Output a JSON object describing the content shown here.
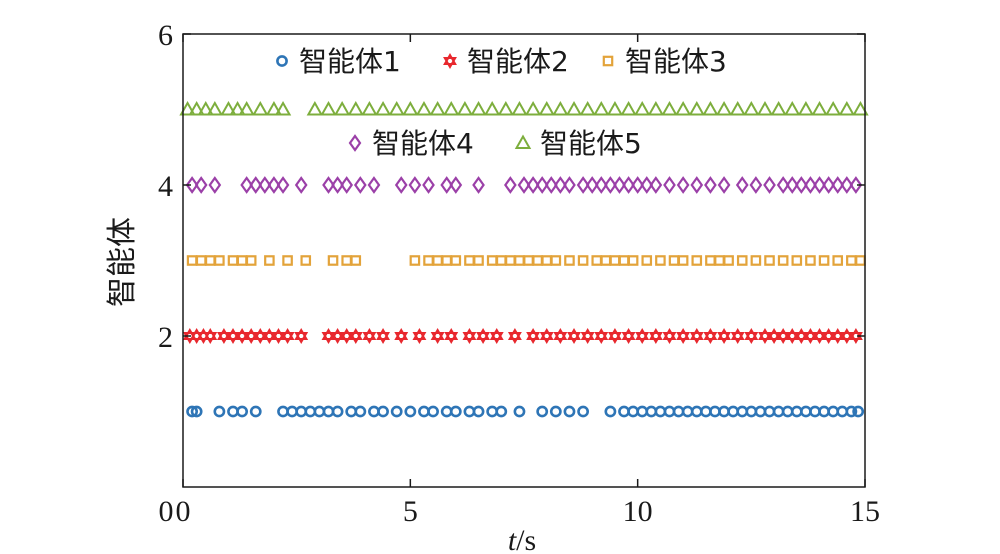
{
  "chart_data": {
    "type": "scatter",
    "title": "",
    "xlabel_italic": "t",
    "xlabel_unit": "/s",
    "ylabel": "智能体",
    "xlim": [
      0,
      15
    ],
    "ylim": [
      0,
      6
    ],
    "xticks": [
      0,
      5,
      10,
      15
    ],
    "yticks": [
      2,
      4,
      6
    ],
    "grid": false,
    "legend": "top, two rows",
    "series": [
      {
        "name": "智能体1",
        "marker": "circle",
        "color": "#2e75b6",
        "y": 1,
        "x": [
          0.2,
          0.3,
          0.8,
          1.1,
          1.3,
          1.6,
          2.2,
          2.4,
          2.6,
          2.8,
          3.0,
          3.2,
          3.4,
          3.7,
          3.9,
          4.2,
          4.4,
          4.7,
          5.0,
          5.3,
          5.5,
          5.8,
          6.0,
          6.3,
          6.5,
          6.8,
          7.0,
          7.4,
          7.9,
          8.2,
          8.5,
          8.8,
          9.4,
          9.7,
          9.9,
          10.1,
          10.3,
          10.5,
          10.7,
          10.9,
          11.1,
          11.3,
          11.5,
          11.7,
          11.9,
          12.1,
          12.3,
          12.5,
          12.7,
          12.9,
          13.1,
          13.3,
          13.5,
          13.7,
          13.9,
          14.1,
          14.3,
          14.5,
          14.7,
          14.85
        ]
      },
      {
        "name": "智能体2",
        "marker": "star",
        "color": "#e8282e",
        "y": 2,
        "x": [
          0.15,
          0.3,
          0.45,
          0.6,
          0.9,
          1.1,
          1.3,
          1.5,
          1.7,
          1.9,
          2.1,
          2.3,
          2.6,
          3.2,
          3.4,
          3.6,
          3.8,
          4.1,
          4.4,
          4.8,
          5.2,
          5.6,
          5.9,
          6.3,
          6.6,
          6.9,
          7.3,
          7.7,
          8.0,
          8.3,
          8.6,
          8.9,
          9.2,
          9.5,
          9.8,
          10.1,
          10.4,
          10.7,
          11.0,
          11.3,
          11.6,
          11.9,
          12.2,
          12.5,
          12.8,
          13.0,
          13.2,
          13.4,
          13.6,
          13.8,
          14.0,
          14.2,
          14.4,
          14.6,
          14.8
        ]
      },
      {
        "name": "智能体3",
        "marker": "square",
        "color": "#e3a33a",
        "y": 3,
        "x": [
          0.2,
          0.4,
          0.6,
          0.8,
          1.1,
          1.3,
          1.5,
          1.9,
          2.3,
          2.7,
          3.3,
          3.6,
          3.8,
          5.1,
          5.4,
          5.6,
          5.8,
          6.0,
          6.3,
          6.5,
          6.8,
          7.0,
          7.2,
          7.4,
          7.6,
          7.8,
          8.0,
          8.2,
          8.5,
          8.8,
          9.1,
          9.3,
          9.5,
          9.7,
          9.9,
          10.2,
          10.5,
          10.8,
          11.0,
          11.3,
          11.6,
          11.8,
          12.0,
          12.3,
          12.6,
          12.9,
          13.2,
          13.5,
          13.8,
          14.1,
          14.4,
          14.7,
          14.9
        ]
      },
      {
        "name": "智能体4",
        "marker": "diamond",
        "color": "#9b40a8",
        "y": 4,
        "x": [
          0.2,
          0.4,
          0.7,
          1.4,
          1.6,
          1.8,
          2.0,
          2.2,
          2.6,
          3.2,
          3.4,
          3.6,
          3.9,
          4.2,
          4.8,
          5.1,
          5.4,
          5.8,
          6.0,
          6.5,
          7.2,
          7.5,
          7.7,
          7.9,
          8.1,
          8.3,
          8.5,
          8.8,
          9.0,
          9.2,
          9.4,
          9.6,
          9.8,
          10.0,
          10.2,
          10.4,
          10.7,
          11.0,
          11.3,
          11.6,
          11.9,
          12.3,
          12.6,
          12.9,
          13.2,
          13.4,
          13.6,
          13.8,
          14.0,
          14.2,
          14.4,
          14.6,
          14.8
        ]
      },
      {
        "name": "智能体5",
        "marker": "triangle",
        "color": "#7dae3d",
        "y": 5,
        "x": [
          0.1,
          0.3,
          0.5,
          0.7,
          1.0,
          1.2,
          1.4,
          1.7,
          2.0,
          2.2,
          2.9,
          3.2,
          3.5,
          3.8,
          4.1,
          4.4,
          4.7,
          5.0,
          5.3,
          5.6,
          5.9,
          6.2,
          6.5,
          6.8,
          7.1,
          7.4,
          7.7,
          8.0,
          8.3,
          8.6,
          8.9,
          9.2,
          9.5,
          9.8,
          10.1,
          10.4,
          10.7,
          11.0,
          11.3,
          11.6,
          11.9,
          12.2,
          12.5,
          12.8,
          13.1,
          13.4,
          13.7,
          14.0,
          14.3,
          14.6,
          14.9
        ]
      }
    ]
  }
}
